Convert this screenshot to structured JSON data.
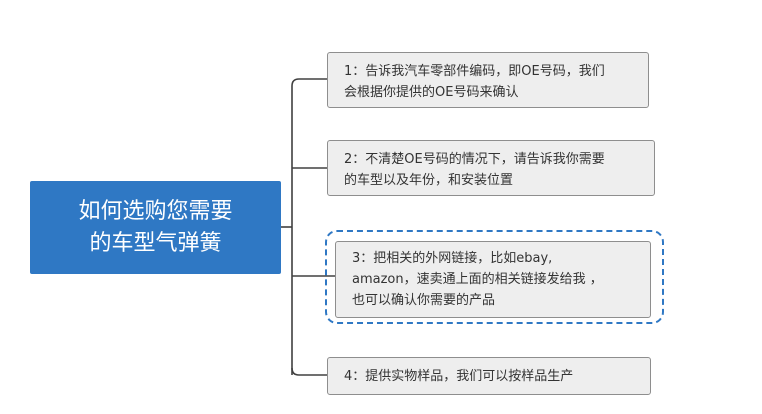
{
  "root": {
    "lines": [
      "如何选购您需要",
      "的车型气弹簧"
    ]
  },
  "branches": [
    {
      "lines": [
        "1：告诉我汽车零部件编码，即OE号码，我们",
        "会根据你提供的OE号码来确认"
      ]
    },
    {
      "lines": [
        "2：不清楚OE号码的情况下，请告诉我你需要",
        "的车型以及年份，和安装位置"
      ]
    },
    {
      "lines": [
        "3：把相关的外网链接，比如ebay,",
        "amazon，速卖通上面的相关链接发给我 ，",
        "也可以确认你需要的产品"
      ],
      "selected": true
    },
    {
      "lines": [
        "4：提供实物样品，我们可以按样品生产"
      ]
    }
  ],
  "colors": {
    "root_fill": "#2f78c4",
    "branch_fill": "#eeeeee",
    "branch_border": "#8e8e8e",
    "connector": "#404040",
    "selection": "#2f78c4"
  }
}
